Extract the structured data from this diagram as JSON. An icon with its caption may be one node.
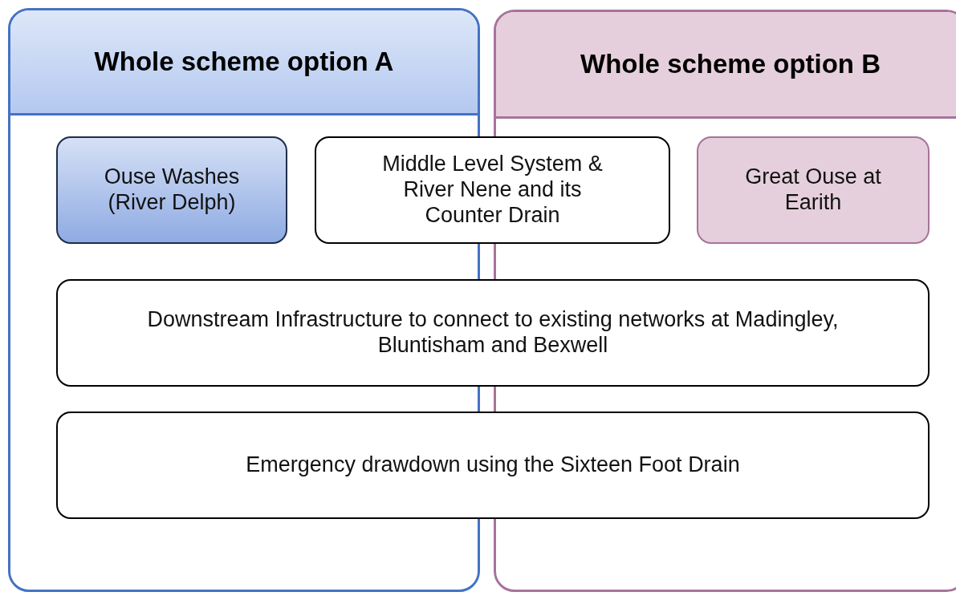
{
  "diagram": {
    "nodes": [
      {
        "text": [
          "Whole scheme option A"
        ]
      },
      {
        "text": [
          "Whole scheme option B"
        ]
      },
      {
        "text": [
          "Ouse Washes (River Delph)"
        ],
        "in": 0
      },
      {
        "text": [
          "Middle Level System & River Nene and its Counter Drain"
        ]
      },
      {
        "text": [
          "Great Ouse at Earith"
        ],
        "in": 1
      },
      {
        "text": [
          "Downstream Infrastructure to connect to existing networks at Madingley, Bluntisham and Bexwell"
        ]
      },
      {
        "text": [
          "Emergency drawdown using the Sixteen Foot Drain"
        ]
      }
    ]
  }
}
